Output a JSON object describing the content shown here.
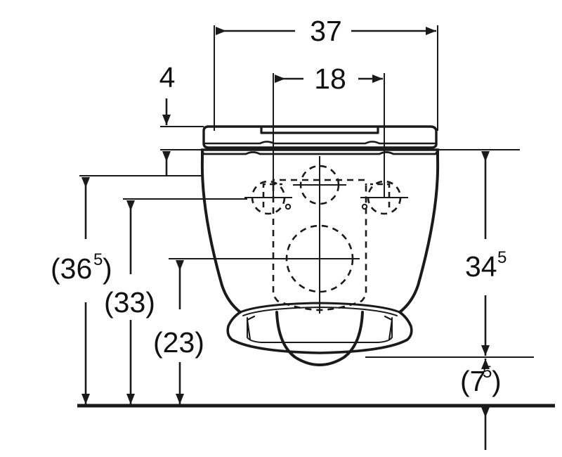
{
  "drawing": {
    "title": "Wall-hung toilet dimension drawing (front view)",
    "units_note": "",
    "line_color": "#1a1a1a",
    "dim_color": "#1a1a1a",
    "background": "#ffffff",
    "dimensions": {
      "width_overall": {
        "label": "37",
        "sup": "",
        "orientation": "horizontal"
      },
      "mount_hole_spacing": {
        "label": "18",
        "sup": "",
        "orientation": "horizontal"
      },
      "seat_thickness": {
        "label": "4",
        "sup": "",
        "orientation": "vertical"
      },
      "height_total": {
        "label": "(36",
        "sup": "5",
        "close": ")",
        "orientation": "vertical"
      },
      "height_mid": {
        "label": "(33)",
        "sup": "",
        "orientation": "vertical"
      },
      "height_low": {
        "label": "(23)",
        "sup": "",
        "orientation": "vertical"
      },
      "body_height": {
        "label": "34",
        "sup": "5",
        "close": "",
        "orientation": "vertical"
      },
      "floor_clearance": {
        "label": "(7",
        "sup": "5",
        "close": ")",
        "orientation": "vertical"
      }
    }
  }
}
